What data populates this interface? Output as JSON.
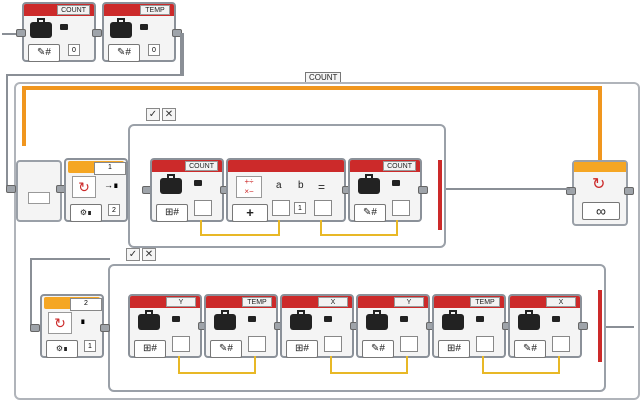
{
  "top_vars": [
    {
      "label": "COUNT",
      "value": "0"
    },
    {
      "label": "TEMP",
      "value": "0"
    }
  ],
  "outer_loop": {
    "label": "COUNT",
    "end_symbol": "∞"
  },
  "loop1": {
    "counter": "1",
    "input": "2",
    "blocks": [
      {
        "label": "COUNT",
        "mode": "read",
        "io": "⊞#"
      },
      {
        "label": "",
        "mode": "math",
        "op": "+",
        "a": "a",
        "b": "b",
        "eq": "=",
        "b_value": "1"
      },
      {
        "label": "COUNT",
        "mode": "write",
        "io": "✎#"
      }
    ]
  },
  "loop2": {
    "counter": "2",
    "input": "1",
    "blocks": [
      {
        "label": "Y",
        "mode": "read",
        "io": "⊞#"
      },
      {
        "label": "TEMP",
        "mode": "write",
        "io": "✎#"
      },
      {
        "label": "X",
        "mode": "read",
        "io": "⊞#"
      },
      {
        "label": "Y",
        "mode": "write",
        "io": "✎#"
      },
      {
        "label": "TEMP",
        "mode": "read",
        "io": "⊞#"
      },
      {
        "label": "X",
        "mode": "write",
        "io": "✎#"
      }
    ]
  },
  "switch_buttons": {
    "check": "✓",
    "close": "✕"
  },
  "colors": {
    "block_header": "#cc2a2a",
    "loop_wire": "#f0961e",
    "data_wire": "#e8b826"
  }
}
